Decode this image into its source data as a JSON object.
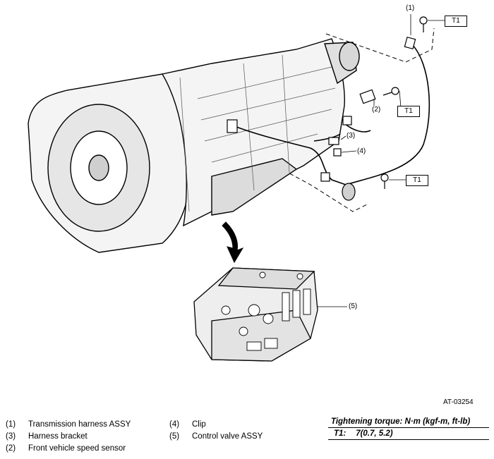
{
  "callouts": {
    "c1": "(1)",
    "c2": "(2)",
    "c3": "(3)",
    "c4": "(4)",
    "c5": "(5)"
  },
  "torque_tags": [
    "T1",
    "T1",
    "T1"
  ],
  "figure_id": "AT-03254",
  "legend": [
    {
      "num": "(1)",
      "label": "Transmission harness ASSY"
    },
    {
      "num": "(3)",
      "label": "Harness bracket"
    },
    {
      "num": "(2)",
      "label": "Front vehicle speed sensor"
    },
    {
      "num": "(4)",
      "label": "Clip"
    },
    {
      "num": "(5)",
      "label": "Control valve ASSY"
    }
  ],
  "torque_table": {
    "title": "Tightening torque: N·m (kgf-m, ft-lb)",
    "label": "T1:",
    "value": "7(0.7, 5.2)"
  }
}
